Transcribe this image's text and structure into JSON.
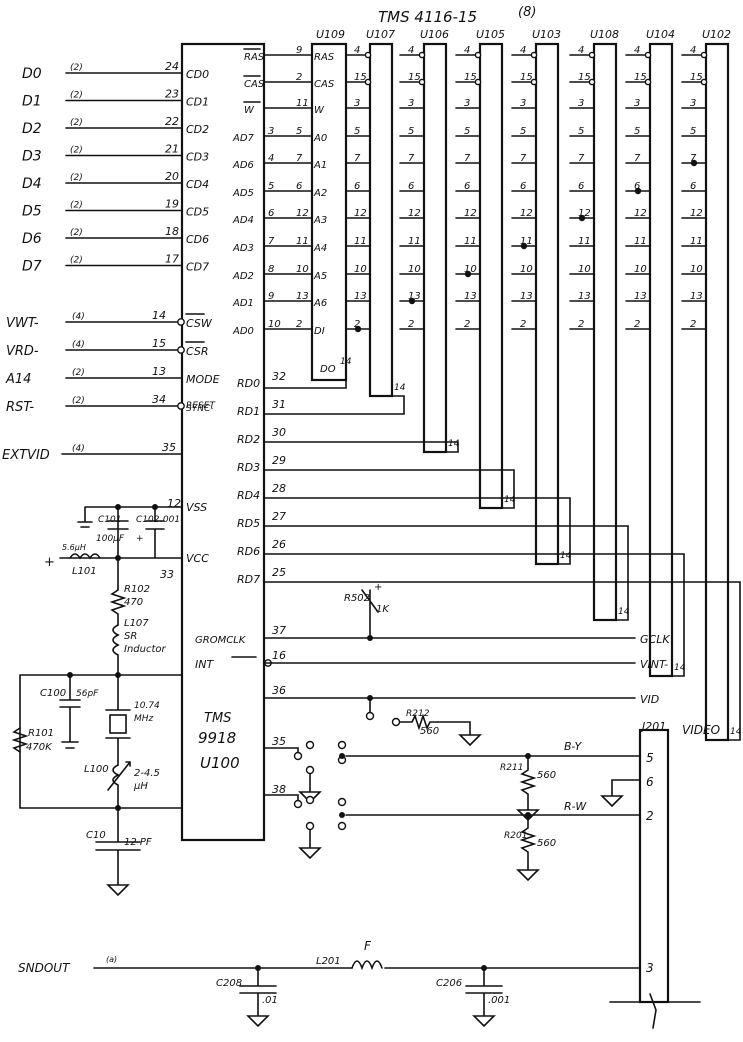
{
  "header": {
    "memory_title": "TMS 4116-15",
    "memory_count": "(8)"
  },
  "vdp": {
    "name_1": "TMS",
    "name_2": "9918",
    "refdes": "U100"
  },
  "data_bus": [
    {
      "signal": "D0",
      "ref": "(2)",
      "pin": "24",
      "port": "CD0"
    },
    {
      "signal": "D1",
      "ref": "(2)",
      "pin": "23",
      "port": "CD1"
    },
    {
      "signal": "D2",
      "ref": "(2)",
      "pin": "22",
      "port": "CD2"
    },
    {
      "signal": "D3",
      "ref": "(2)",
      "pin": "21",
      "port": "CD3"
    },
    {
      "signal": "D4",
      "ref": "(2)",
      "pin": "20",
      "port": "CD4"
    },
    {
      "signal": "D5",
      "ref": "(2)",
      "pin": "19",
      "port": "CD5"
    },
    {
      "signal": "D6",
      "ref": "(2)",
      "pin": "18",
      "port": "CD6"
    },
    {
      "signal": "D7",
      "ref": "(2)",
      "pin": "17",
      "port": "CD7"
    }
  ],
  "control_inputs": [
    {
      "signal": "VWT-",
      "ref": "(4)",
      "pin": "14",
      "port": "CSW"
    },
    {
      "signal": "VRD-",
      "ref": "(4)",
      "pin": "15",
      "port": "CSR"
    },
    {
      "signal": "A14",
      "ref": "(2)",
      "pin": "13",
      "port": "MODE"
    },
    {
      "signal": "RST-",
      "ref": "(2)",
      "pin": "34",
      "port": "SYNC-"
    },
    {
      "signal": "EXTVID",
      "ref": "(4)",
      "pin": "35",
      "port": ""
    }
  ],
  "reset_port_line2": "RESET",
  "power_pins": [
    {
      "pin": "12",
      "port": "VSS"
    },
    {
      "pin": "33",
      "port": "VCC"
    }
  ],
  "vdp_right_pins": [
    {
      "pin_u100": "",
      "port": "RAS",
      "pin_u109": "9",
      "u109_port": "RAS"
    },
    {
      "pin_u100": "",
      "port": "CAS",
      "pin_u109": "2",
      "u109_port": "CAS"
    },
    {
      "pin_u100": "",
      "port": "W",
      "pin_u109": "11",
      "u109_port": "W"
    },
    {
      "pin_u100": "3",
      "port": "AD7",
      "pin_u109": "5",
      "u109_port": "A0"
    },
    {
      "pin_u100": "4",
      "port": "AD6",
      "pin_u109": "7",
      "u109_port": "A1"
    },
    {
      "pin_u100": "5",
      "port": "AD5",
      "pin_u109": "6",
      "u109_port": "A2"
    },
    {
      "pin_u100": "6",
      "port": "AD4",
      "pin_u109": "12",
      "u109_port": "A3"
    },
    {
      "pin_u100": "7",
      "port": "AD3",
      "pin_u109": "11",
      "u109_port": "A4"
    },
    {
      "pin_u100": "8",
      "port": "AD2",
      "pin_u109": "10",
      "u109_port": "A5"
    },
    {
      "pin_u100": "9",
      "port": "AD1",
      "pin_u109": "13",
      "u109_port": "A6"
    },
    {
      "pin_u100": "10",
      "port": "AD0",
      "pin_u109": "2",
      "u109_port": "DI"
    }
  ],
  "u109_out": {
    "port": "DO",
    "pin": "14"
  },
  "ram_chips": [
    "U109",
    "U107",
    "U106",
    "U105",
    "U103",
    "U108",
    "U104",
    "U102"
  ],
  "ram_pins": [
    "4",
    "15",
    "3",
    "5",
    "7",
    "6",
    "12",
    "11",
    "10",
    "13",
    "2"
  ],
  "rd_lines": [
    {
      "label": "RD0",
      "pin": "32",
      "chip_pin": "14"
    },
    {
      "label": "RD1",
      "pin": "31",
      "chip_pin": "14"
    },
    {
      "label": "RD2",
      "pin": "30",
      "chip_pin": "14"
    },
    {
      "label": "RD3",
      "pin": "29",
      "chip_pin": "14"
    },
    {
      "label": "RD4",
      "pin": "28",
      "chip_pin": "14"
    },
    {
      "label": "RD5",
      "pin": "27",
      "chip_pin": "14"
    },
    {
      "label": "RD6",
      "pin": "26",
      "chip_pin": "14"
    },
    {
      "label": "RD7",
      "pin": "25",
      "chip_pin": "14"
    }
  ],
  "outputs": [
    {
      "port": "GROMCLK",
      "pin": "37",
      "net": "GCLK"
    },
    {
      "port": "INT",
      "pin": "16",
      "net": "VINT-"
    },
    {
      "port": "",
      "pin": "36",
      "net": "VID"
    }
  ],
  "switch_pins": [
    "35",
    "38"
  ],
  "components": {
    "c101": "C101",
    "c101_val": "100µF",
    "c101_pol": "+",
    "c102": "C102",
    "c102_val": ".001",
    "plus": "+",
    "l101": "L101",
    "l101_val": "5.6µH",
    "r102": "R102",
    "r102_val": "470",
    "l107": "L107",
    "l107_val": "SR",
    "l107_type": "Inductor",
    "c100": "C100",
    "c100_val": "56pF",
    "r101": "R101",
    "r101_val": "470K",
    "xtal": "10.74",
    "xtal_unit": "MHz",
    "l100": "L100",
    "l100_val": "2-4.5",
    "l100_unit": "µH",
    "c10": "C10",
    "c10_val": "12 PF",
    "r502": "R502",
    "r502_val": "1K",
    "r502_pol": "+",
    "r212": "R212",
    "r212_val": "560",
    "r211": "R211",
    "r211_val": "560",
    "r201": "R201",
    "r201_val": "560",
    "c208": "C208",
    "c208_val": ".01",
    "c206": "C206",
    "c206_val": ".001",
    "l201": "L201",
    "l201_val": "F",
    "sndout": "SNDOUT",
    "sndout_ref": "(a)"
  },
  "video_conn": {
    "refdes": "J201",
    "label": "VIDEO",
    "by": "B-Y",
    "rw": "R-W",
    "pins": [
      "5",
      "6",
      "2",
      "3"
    ]
  }
}
